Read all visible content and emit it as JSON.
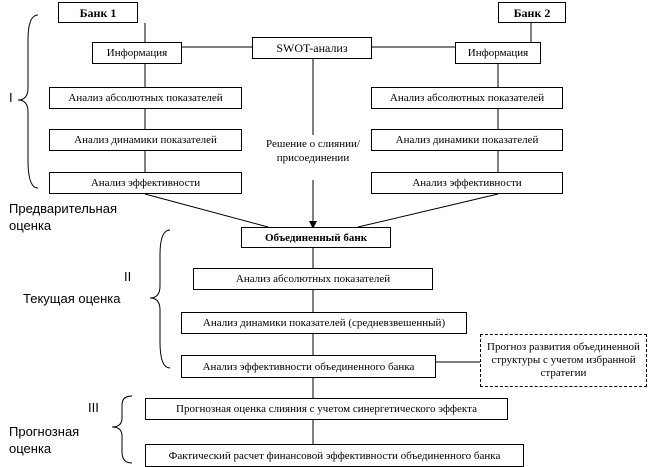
{
  "banks": {
    "bank1": "Банк 1",
    "bank2": "Банк 2"
  },
  "swot": "SWOT-анализ",
  "info_left": "Информация",
  "info_right": "Информация",
  "left_chain": [
    "Анализ абсолютных показателей",
    "Анализ динамики показателей",
    "Анализ эффективности"
  ],
  "right_chain": [
    "Анализ абсолютных показателей",
    "Анализ динамики показателей",
    "Анализ эффективности"
  ],
  "decision": "Решение о слиянии/ присоединении",
  "merged_bank": "Объединенный банк",
  "current_chain": [
    "Анализ абсолютных показателей",
    "Анализ динамики  показателей (средневзвешенный)",
    "Анализ эффективности объединенного банка"
  ],
  "forecast_note": "Прогноз развития объединенной структуры с учетом избранной стратегии",
  "forecast_chain": [
    "Прогнозная оценка слияния с учетом синергетического эффекта",
    "Фактический расчет финансовой эффективности объединенного банка"
  ],
  "stages": {
    "stage1_numeral": "I",
    "stage1_label": "Предварительная оценка",
    "stage2_numeral": "II",
    "stage2_label": "Текущая оценка",
    "stage3_numeral": "III",
    "stage3_label": "Прогнозная оценка"
  }
}
